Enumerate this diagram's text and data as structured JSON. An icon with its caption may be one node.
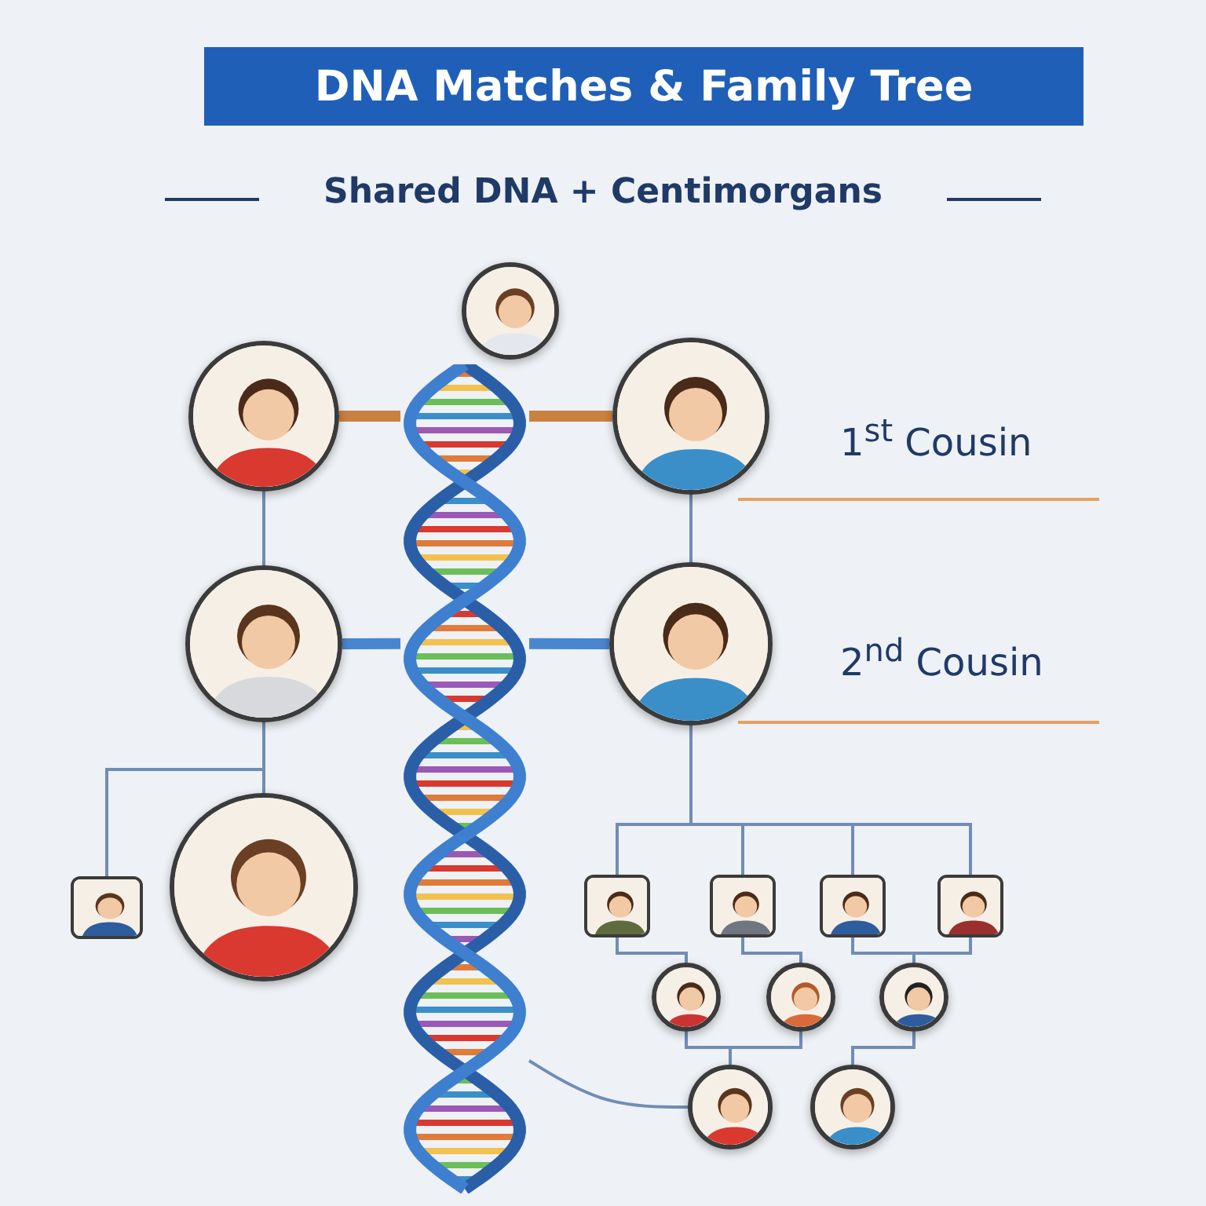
{
  "diagram": {
    "title": "DNA Matches & Family Tree",
    "caption": "Shared DNA + Centimorgans",
    "nodes": [
      {
        "text": [],
        "shape": "person"
      },
      {
        "text": [],
        "shape": "picture"
      },
      {
        "text": [],
        "shape": "person"
      },
      {
        "text": [],
        "shape": "person"
      },
      {
        "text": [],
        "shape": "person"
      },
      {
        "text": [],
        "shape": "person"
      },
      {
        "text": [],
        "shape": "person"
      },
      {
        "text": [],
        "shape": "person"
      },
      {
        "text": [],
        "shape": "person"
      },
      {
        "text": [],
        "shape": "person"
      },
      {
        "text": [],
        "shape": "person"
      },
      {
        "text": [],
        "shape": "person"
      },
      {
        "text": [],
        "shape": "person"
      },
      {
        "text": [],
        "shape": "person"
      },
      {
        "text": [],
        "shape": "person"
      },
      {
        "text": [],
        "shape": "person"
      },
      {
        "text": [],
        "shape": "person"
      }
    ],
    "edges": [
      {
        "from": 2,
        "to": 1,
        "arrow": "none",
        "style": "thick",
        "color": "#c9813f"
      },
      {
        "from": 1,
        "to": 3,
        "arrow": "none",
        "style": "thick",
        "color": "#c9813f"
      },
      {
        "from": 4,
        "to": 1,
        "arrow": "none",
        "style": "thick",
        "color": "#4a86d0"
      },
      {
        "from": 1,
        "to": 5,
        "arrow": "none",
        "style": "thick",
        "color": "#4a86d0"
      },
      {
        "from": 2,
        "to": 4,
        "arrow": "none"
      },
      {
        "from": 3,
        "to": 5,
        "arrow": "none"
      },
      {
        "from": 4,
        "to": 6,
        "arrow": "none"
      },
      {
        "from": 4,
        "to": 7,
        "arrow": "none"
      },
      {
        "from": 5,
        "to": 8,
        "arrow": "none"
      },
      {
        "from": 5,
        "to": 9,
        "arrow": "none"
      },
      {
        "from": 5,
        "to": 10,
        "arrow": "none"
      },
      {
        "from": 5,
        "to": 11,
        "arrow": "none"
      },
      {
        "from": 8,
        "to": 12,
        "arrow": "none"
      },
      {
        "from": 9,
        "to": 13,
        "arrow": "none"
      },
      {
        "from": 10,
        "to": 14,
        "arrow": "none"
      },
      {
        "from": 11,
        "to": 14,
        "arrow": "none"
      },
      {
        "from": 12,
        "to": 15,
        "arrow": "none"
      },
      {
        "from": 13,
        "to": 15,
        "arrow": "none"
      },
      {
        "from": 14,
        "to": 16,
        "arrow": "none"
      },
      {
        "from": 1,
        "to": 15,
        "arrow": "none"
      }
    ],
    "labels": [
      "1$^{st}$ Cousin",
      "2$^{nd}$ Cousin"
    ]
  }
}
